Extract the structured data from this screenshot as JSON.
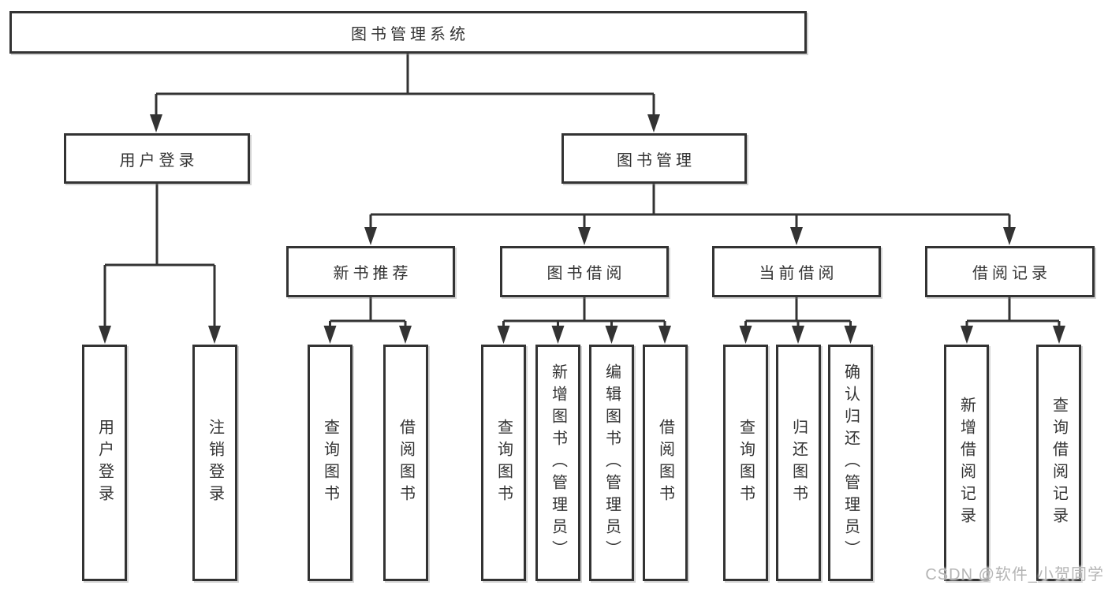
{
  "diagram": {
    "type": "tree",
    "nodes": {
      "root": {
        "label": "图书管理系统"
      },
      "user_login": {
        "label": "用户登录"
      },
      "book_mgmt": {
        "label": "图书管理"
      },
      "login": {
        "label": "用户登录"
      },
      "logout": {
        "label": "注销登录"
      },
      "new_book_rec": {
        "label": "新书推荐"
      },
      "book_borrow": {
        "label": "图书借阅"
      },
      "current_borrow": {
        "label": "当前借阅"
      },
      "borrow_records": {
        "label": "借阅记录"
      },
      "rec_query_books": {
        "label": "查询图书"
      },
      "rec_borrow_books": {
        "label": "借阅图书"
      },
      "borrow_query_books": {
        "label": "查询图书"
      },
      "borrow_add_books": {
        "label": "新增图书（管理员）"
      },
      "borrow_edit_books": {
        "label": "编辑图书（管理员）"
      },
      "borrow_lend_books": {
        "label": "借阅图书"
      },
      "current_query_books": {
        "label": "查询图书"
      },
      "current_return_books": {
        "label": "归还图书"
      },
      "current_confirm_return": {
        "label": "确认归还（管理员）"
      },
      "records_add_record": {
        "label": "新增借阅记录"
      },
      "records_query_record": {
        "label": "查询借阅记录"
      }
    },
    "hierarchy": {
      "root": [
        "user_login",
        "book_mgmt"
      ],
      "user_login": [
        "login",
        "logout"
      ],
      "book_mgmt": [
        "new_book_rec",
        "book_borrow",
        "current_borrow",
        "borrow_records"
      ],
      "new_book_rec": [
        "rec_query_books",
        "rec_borrow_books"
      ],
      "book_borrow": [
        "borrow_query_books",
        "borrow_add_books",
        "borrow_edit_books",
        "borrow_lend_books"
      ],
      "current_borrow": [
        "current_query_books",
        "current_return_books",
        "current_confirm_return"
      ],
      "borrow_records": [
        "records_add_record",
        "records_query_record"
      ]
    },
    "colors": {
      "line": "#333333",
      "box_border": "#333333",
      "box_fill": "#ffffff",
      "text": "#333333",
      "background": "#ffffff",
      "watermark_text": "#b5b5b5"
    }
  },
  "watermark": "CSDN @软件_小贺同学"
}
